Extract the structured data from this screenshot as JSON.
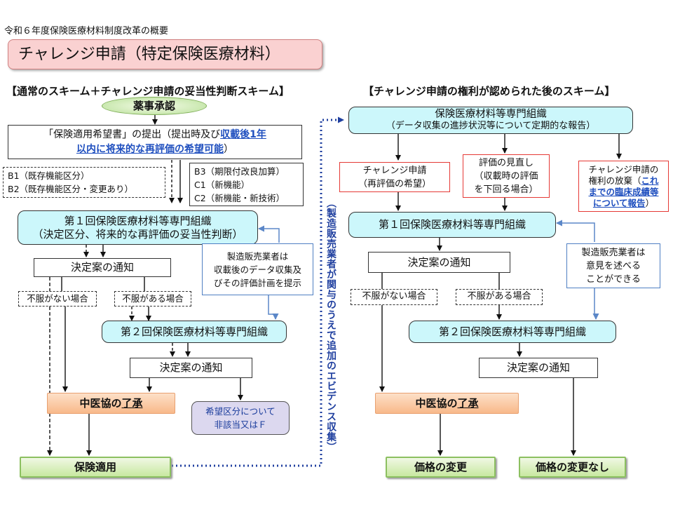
{
  "header": {
    "subtitle": "令和６年度保険医療材料制度改革の概要",
    "title": "チャレンジ申請（特定保険医療材料）"
  },
  "left": {
    "heading": "【通常のスキーム＋チャレンジ申請の妥当性判断スキーム】",
    "approval": "薬事承認",
    "application": {
      "line1_plain": "「保険適用希望書」の提出（提出時及び",
      "line1_emph": "収載後1年",
      "line2_emph": "以内に将来的な再評価の希望可能",
      "line2_plain": "）"
    },
    "b_groups": [
      "B1（既存機能区分）",
      "B2（既存機能区分・変更あり）"
    ],
    "c_groups": [
      "B3（期限付改良加算）",
      "C1（新機能）",
      "C2（新機能・新技術）"
    ],
    "committee1": {
      "line1": "第１回保険医療材料等専門組織",
      "line2": "（決定区分、将来的な再評価の妥当性判断）"
    },
    "maker_note": [
      "製造販売業者は",
      "収載後のデータ収集及",
      "びその評価計画を提示"
    ],
    "notice1": "決定案の通知",
    "no_objection": "不服がない場合",
    "objection": "不服がある場合",
    "committee2": "第２回保険医療材料等専門組織",
    "notice2": "決定案の通知",
    "chuikyo_prefix": "中医協の",
    "chuikyo_emph": "了承",
    "not_applicable": [
      "希望区分について",
      "非該当又はＦ"
    ],
    "coverage": "保険適用"
  },
  "middle_label": "（製造販売業者が関与のうえで追加のエビデンス収集）",
  "right": {
    "heading": "【チャレンジ申請の権利が認められた後のスキーム】",
    "committee_top": {
      "line1": "保険医療材料等専門組織",
      "line2": "（データ収集の進捗状況等について定期的な報告）"
    },
    "challenge": [
      "チャレンジ申請",
      "（再評価の希望）"
    ],
    "review": [
      "評価の見直し",
      "（収載時の評価",
      "を下回る場合）"
    ],
    "waive": {
      "line1": "チャレンジ申請の",
      "line2_plain": "権利の放棄（",
      "line2_emph": "これ",
      "line3_emph": "までの臨床成績等",
      "line4_emph": "について報告",
      "line4_plain": "）"
    },
    "committee1": "第１回保険医療材料等専門組織",
    "maker_note": [
      "製造販売業者は",
      "意見を述べる",
      "ことができる"
    ],
    "notice1": "決定案の通知",
    "no_objection": "不服がない場合",
    "objection": "不服がある場合",
    "committee2": "第２回保険医療材料等専門組織",
    "notice2": "決定案の通知",
    "chuikyo_prefix": "中医協の",
    "chuikyo_emph": "了承",
    "price_change": "価格の変更",
    "no_price_change": "価格の変更なし"
  }
}
